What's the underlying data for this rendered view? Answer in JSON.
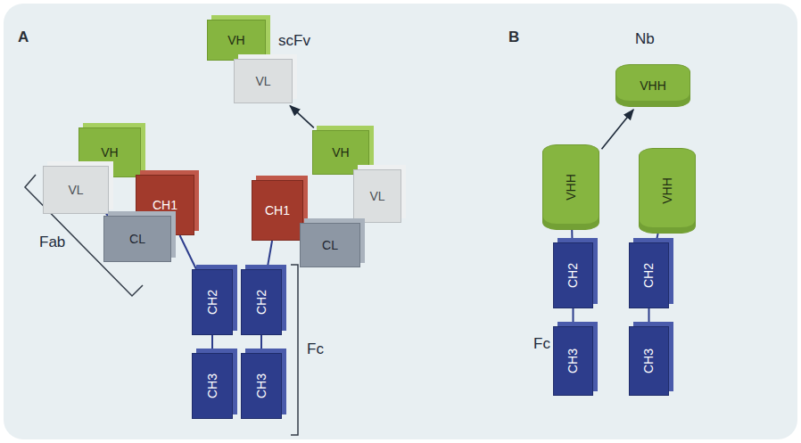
{
  "diagram": {
    "nodes": [
      {
        "text": [
          "VH"
        ]
      },
      {
        "text": [
          "VL"
        ]
      },
      {
        "text": [
          "VH"
        ]
      },
      {
        "text": [
          "VL"
        ]
      },
      {
        "text": [
          "CH1"
        ]
      },
      {
        "text": [
          "CL"
        ]
      },
      {
        "text": [
          "CH1"
        ]
      },
      {
        "text": [
          "VH"
        ]
      },
      {
        "text": [
          "VL"
        ]
      },
      {
        "text": [
          "CL"
        ]
      },
      {
        "text": [
          "CH2"
        ]
      },
      {
        "text": [
          "CH2"
        ]
      },
      {
        "text": [
          "CH3"
        ]
      },
      {
        "text": [
          "CH3"
        ]
      },
      {
        "text": [
          "VHH"
        ]
      },
      {
        "text": [
          "VHH"
        ]
      },
      {
        "text": [
          "VHH"
        ]
      },
      {
        "text": [
          "CH2"
        ]
      },
      {
        "text": [
          "CH2"
        ]
      },
      {
        "text": [
          "CH3"
        ]
      },
      {
        "text": [
          "CH3"
        ]
      }
    ],
    "edges": [
      {
        "from": 7,
        "to": 1,
        "arrow": "to"
      },
      {
        "from": 15,
        "to": 14,
        "arrow": "to"
      },
      {
        "from": 3,
        "to": 5,
        "arrow": "none"
      },
      {
        "from": 4,
        "to": 10,
        "arrow": "none"
      },
      {
        "from": 6,
        "to": 11,
        "arrow": "none"
      },
      {
        "from": 8,
        "to": 9,
        "arrow": "none"
      },
      {
        "from": 10,
        "to": 12,
        "arrow": "none"
      },
      {
        "from": 11,
        "to": 13,
        "arrow": "none"
      },
      {
        "from": 15,
        "to": 17,
        "arrow": "none"
      },
      {
        "from": 16,
        "to": 18,
        "arrow": "none"
      },
      {
        "from": 17,
        "to": 19,
        "arrow": "none"
      },
      {
        "from": 18,
        "to": 20,
        "arrow": "none"
      }
    ],
    "labels": [
      "A",
      "scFv",
      "Fab",
      "Fc",
      "B",
      "Nb",
      "Fc"
    ]
  }
}
